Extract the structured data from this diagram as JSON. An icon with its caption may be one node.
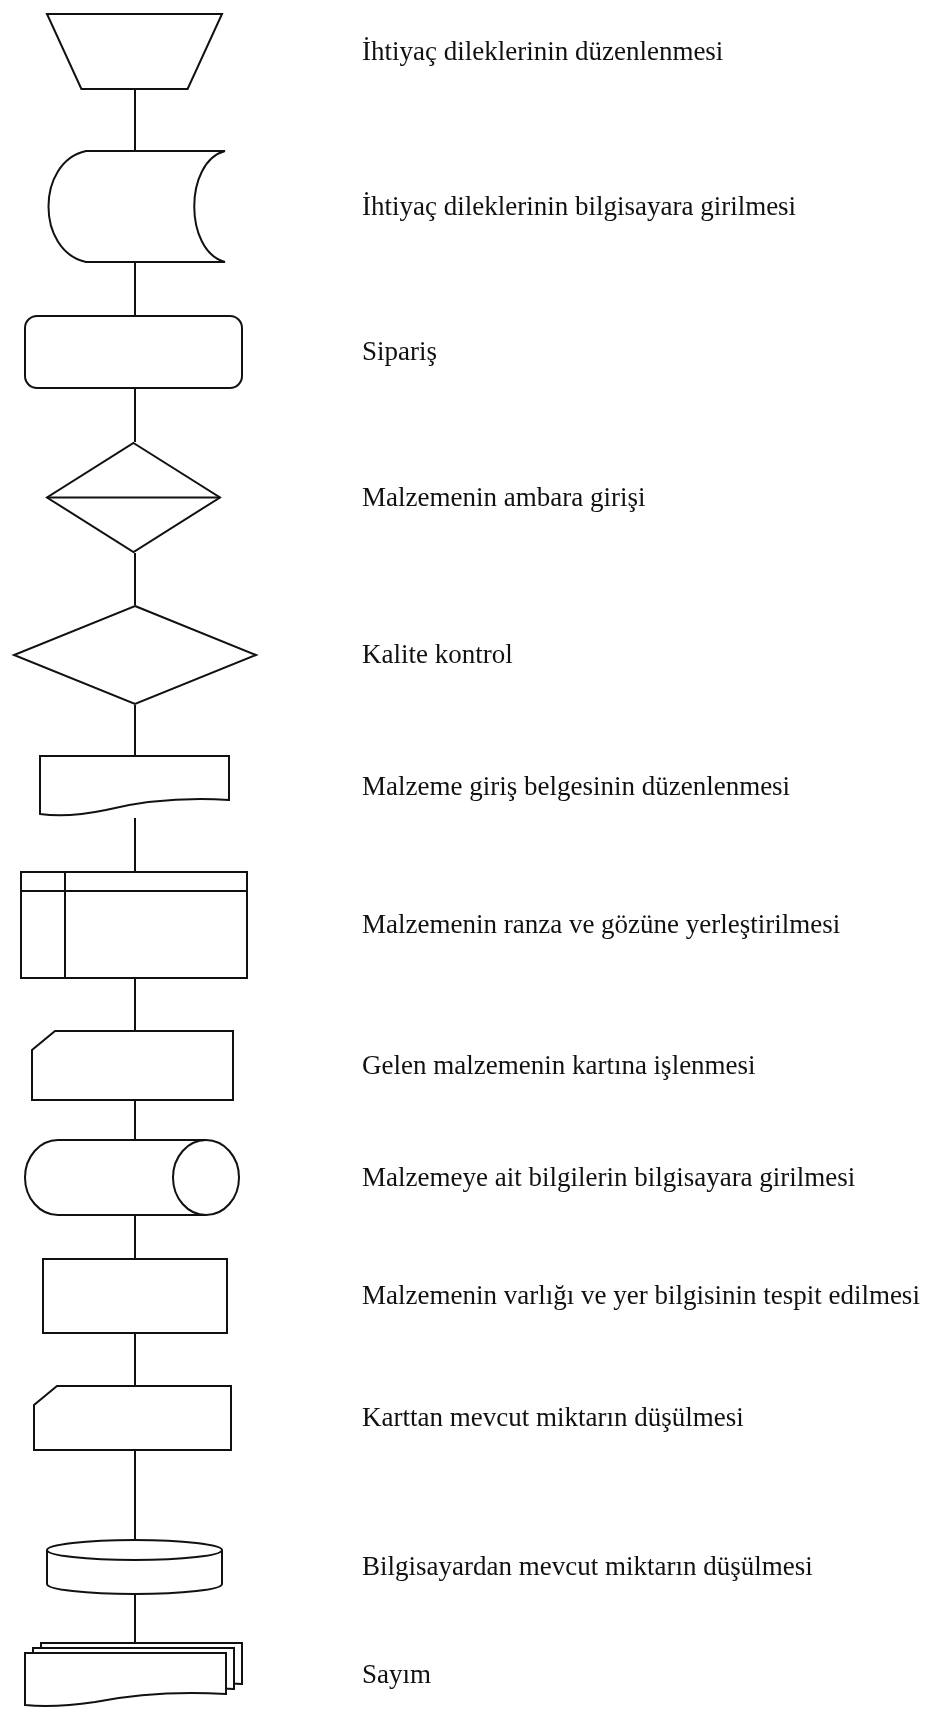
{
  "diagram": {
    "nodes": [
      {
        "text": [],
        "shape": "trapezoid"
      },
      {
        "text": [],
        "shape": "storage"
      },
      {
        "text": [],
        "shape": "rounded"
      },
      {
        "text": [],
        "shape": "sort"
      },
      {
        "text": [],
        "shape": "diamond"
      },
      {
        "text": [],
        "shape": "document"
      },
      {
        "text": [],
        "shape": "internal"
      },
      {
        "text": [],
        "shape": "card"
      },
      {
        "text": [],
        "shape": "drum"
      },
      {
        "text": [],
        "shape": "box"
      },
      {
        "text": [],
        "shape": "card"
      },
      {
        "text": [],
        "shape": "disk"
      },
      {
        "text": [],
        "shape": "documents"
      }
    ],
    "edges": [
      {
        "from": 0,
        "to": 1,
        "arrow": "none"
      },
      {
        "from": 1,
        "to": 2,
        "arrow": "none"
      },
      {
        "from": 2,
        "to": 3,
        "arrow": "none"
      },
      {
        "from": 3,
        "to": 4,
        "arrow": "none"
      },
      {
        "from": 4,
        "to": 5,
        "arrow": "none"
      },
      {
        "from": 5,
        "to": 6,
        "arrow": "none"
      },
      {
        "from": 6,
        "to": 7,
        "arrow": "none"
      },
      {
        "from": 7,
        "to": 8,
        "arrow": "none"
      },
      {
        "from": 8,
        "to": 9,
        "arrow": "none"
      },
      {
        "from": 9,
        "to": 10,
        "arrow": "none"
      },
      {
        "from": 10,
        "to": 11,
        "arrow": "none"
      },
      {
        "from": 11,
        "to": 12,
        "arrow": "none"
      }
    ],
    "labels": [
      "İhtiyaç dileklerinin düzenlenmesi",
      "İhtiyaç dileklerinin bilgisayara girilmesi",
      "Sipariş",
      "Malzemenin ambara girişi",
      "Kalite kontrol",
      "Malzeme giriş belgesinin düzenlenmesi",
      "Malzemenin ranza ve gözüne yerleştirilmesi",
      "Gelen malzemenin kartına işlenmesi",
      "Malzemeye ait bilgilerin bilgisayara girilmesi",
      "Malzemenin varlığı ve yer bilgisinin tespit edilmesi",
      "Karttan mevcut miktarın düşülmesi",
      "Bilgisayardan mevcut miktarın düşülmesi",
      "Sayım"
    ]
  }
}
